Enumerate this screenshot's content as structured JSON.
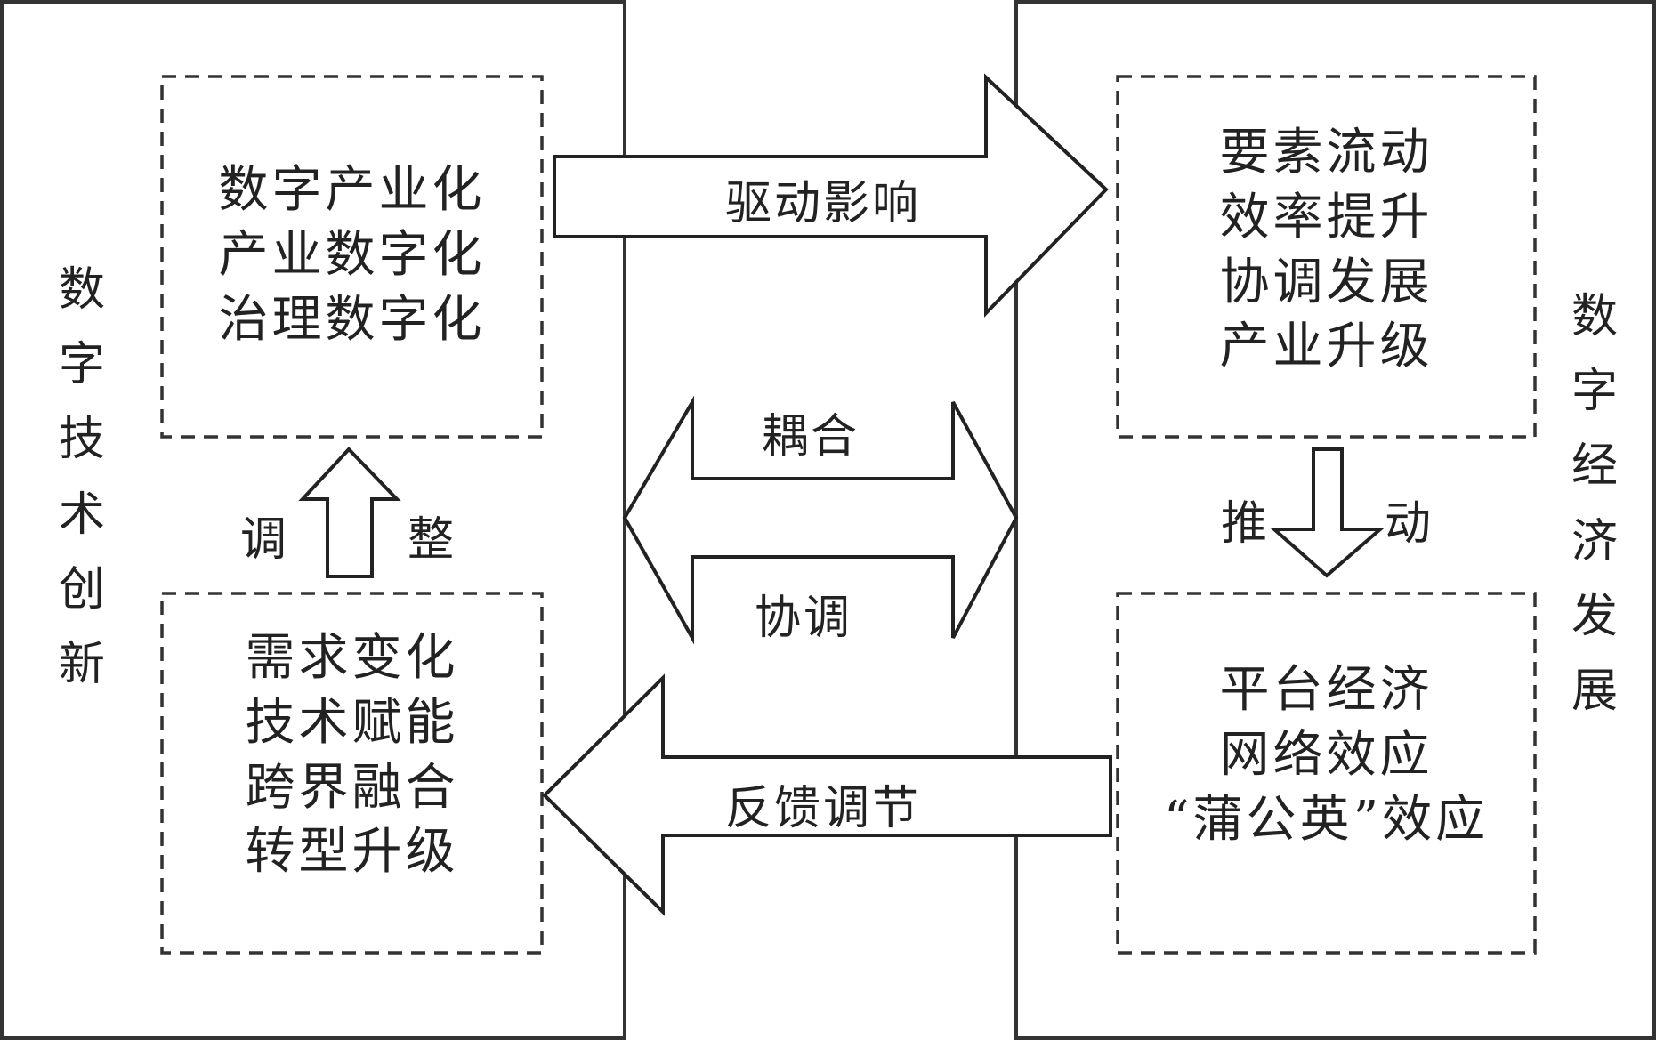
{
  "left_panel": {
    "title": "数字技术创新",
    "top_box": [
      "数字产业化",
      "产业数字化",
      "治理数字化"
    ],
    "bottom_box": [
      "需求变化",
      "技术赋能",
      "跨界融合",
      "转型升级"
    ],
    "up_arrow_left": "调",
    "up_arrow_right": "整"
  },
  "right_panel": {
    "title": "数字经济发展",
    "top_box": [
      "要素流动",
      "效率提升",
      "协调发展",
      "产业升级"
    ],
    "bottom_box": [
      "平台经济",
      "网络效应",
      "“蒲公英”效应"
    ],
    "down_arrow_left": "推",
    "down_arrow_right": "动"
  },
  "arrows": {
    "drive": "驱动影响",
    "coupling": "耦合",
    "coordination": "协调",
    "feedback": "反馈调节"
  }
}
